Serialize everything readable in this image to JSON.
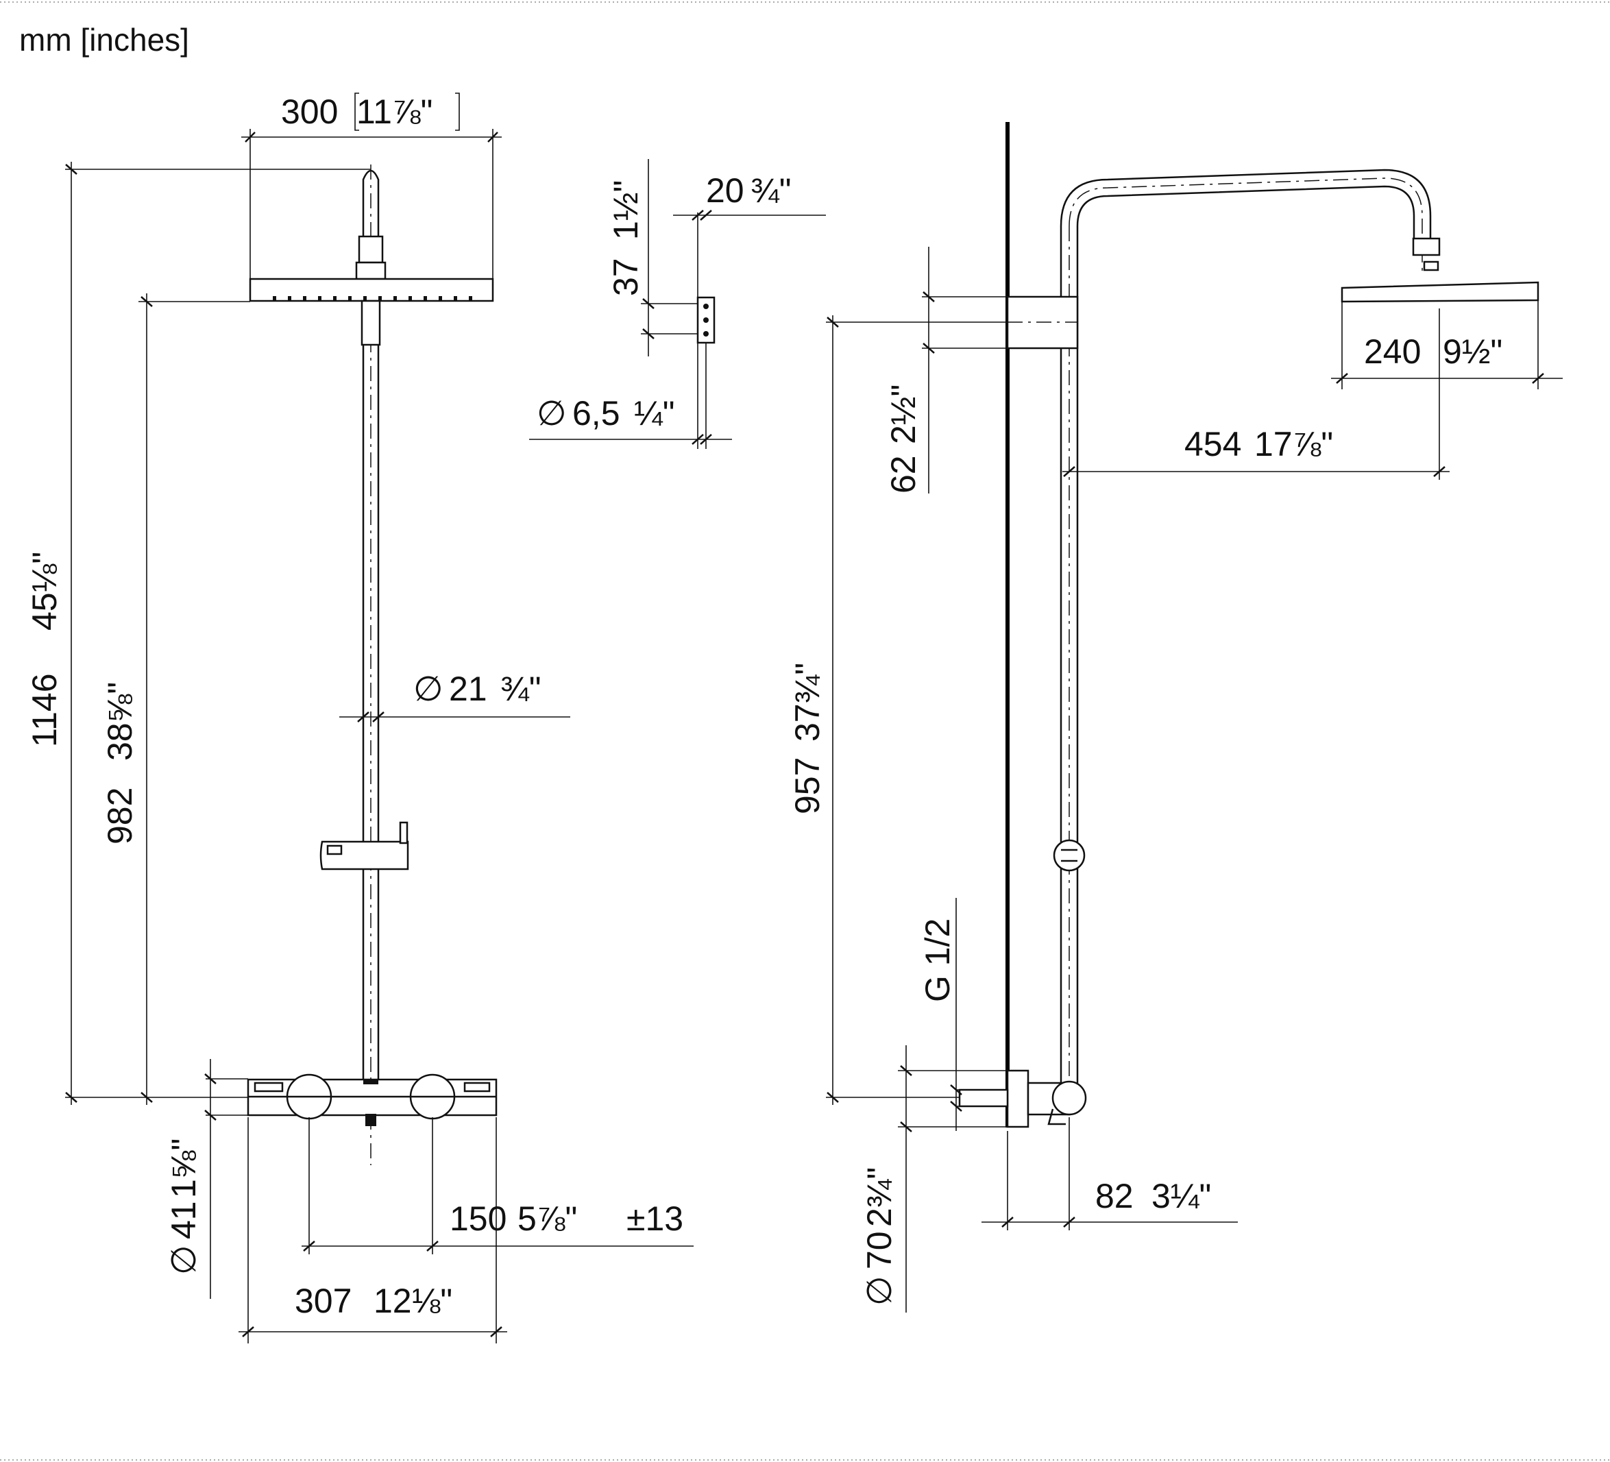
{
  "units_note": "mm [inches]",
  "front_view": {
    "shower_head_width": {
      "mm": "300",
      "in": "11⅞\""
    },
    "total_height": {
      "mm": "1146",
      "in": "45⅛\""
    },
    "head_to_mixer_height": {
      "mm": "982",
      "in": "38⅝\""
    },
    "pipe_diameter": {
      "symbol": "∅",
      "mm": "21",
      "in": "¾\""
    },
    "mixer_diameter": {
      "symbol": "∅",
      "mm": "41",
      "in": "1⅝\""
    },
    "connection_spacing": {
      "mm": "150",
      "in": "5⅞\"",
      "tolerance": "±13"
    },
    "mixer_width": {
      "mm": "307",
      "in": "12⅛\""
    }
  },
  "bracket_detail": {
    "height": {
      "mm": "37",
      "in": "1½\""
    },
    "depth": {
      "mm": "20",
      "in": "¾\""
    },
    "hole_diameter": {
      "symbol": "∅",
      "mm": "6,5",
      "in": "¼\""
    }
  },
  "side_view": {
    "bracket_height": {
      "mm": "62",
      "in": "2½\""
    },
    "bracket_to_mixer_height": {
      "mm": "957",
      "in": "37¾\""
    },
    "head_depth": {
      "mm": "240",
      "in": "9½\""
    },
    "arm_projection": {
      "mm": "454",
      "in": "17⅞\""
    },
    "thread": "G 1/2",
    "escutcheon_diameter": {
      "symbol": "∅",
      "mm": "70",
      "in": "2¾\""
    },
    "wall_to_pipe": {
      "mm": "82",
      "in": "3¼\""
    }
  }
}
